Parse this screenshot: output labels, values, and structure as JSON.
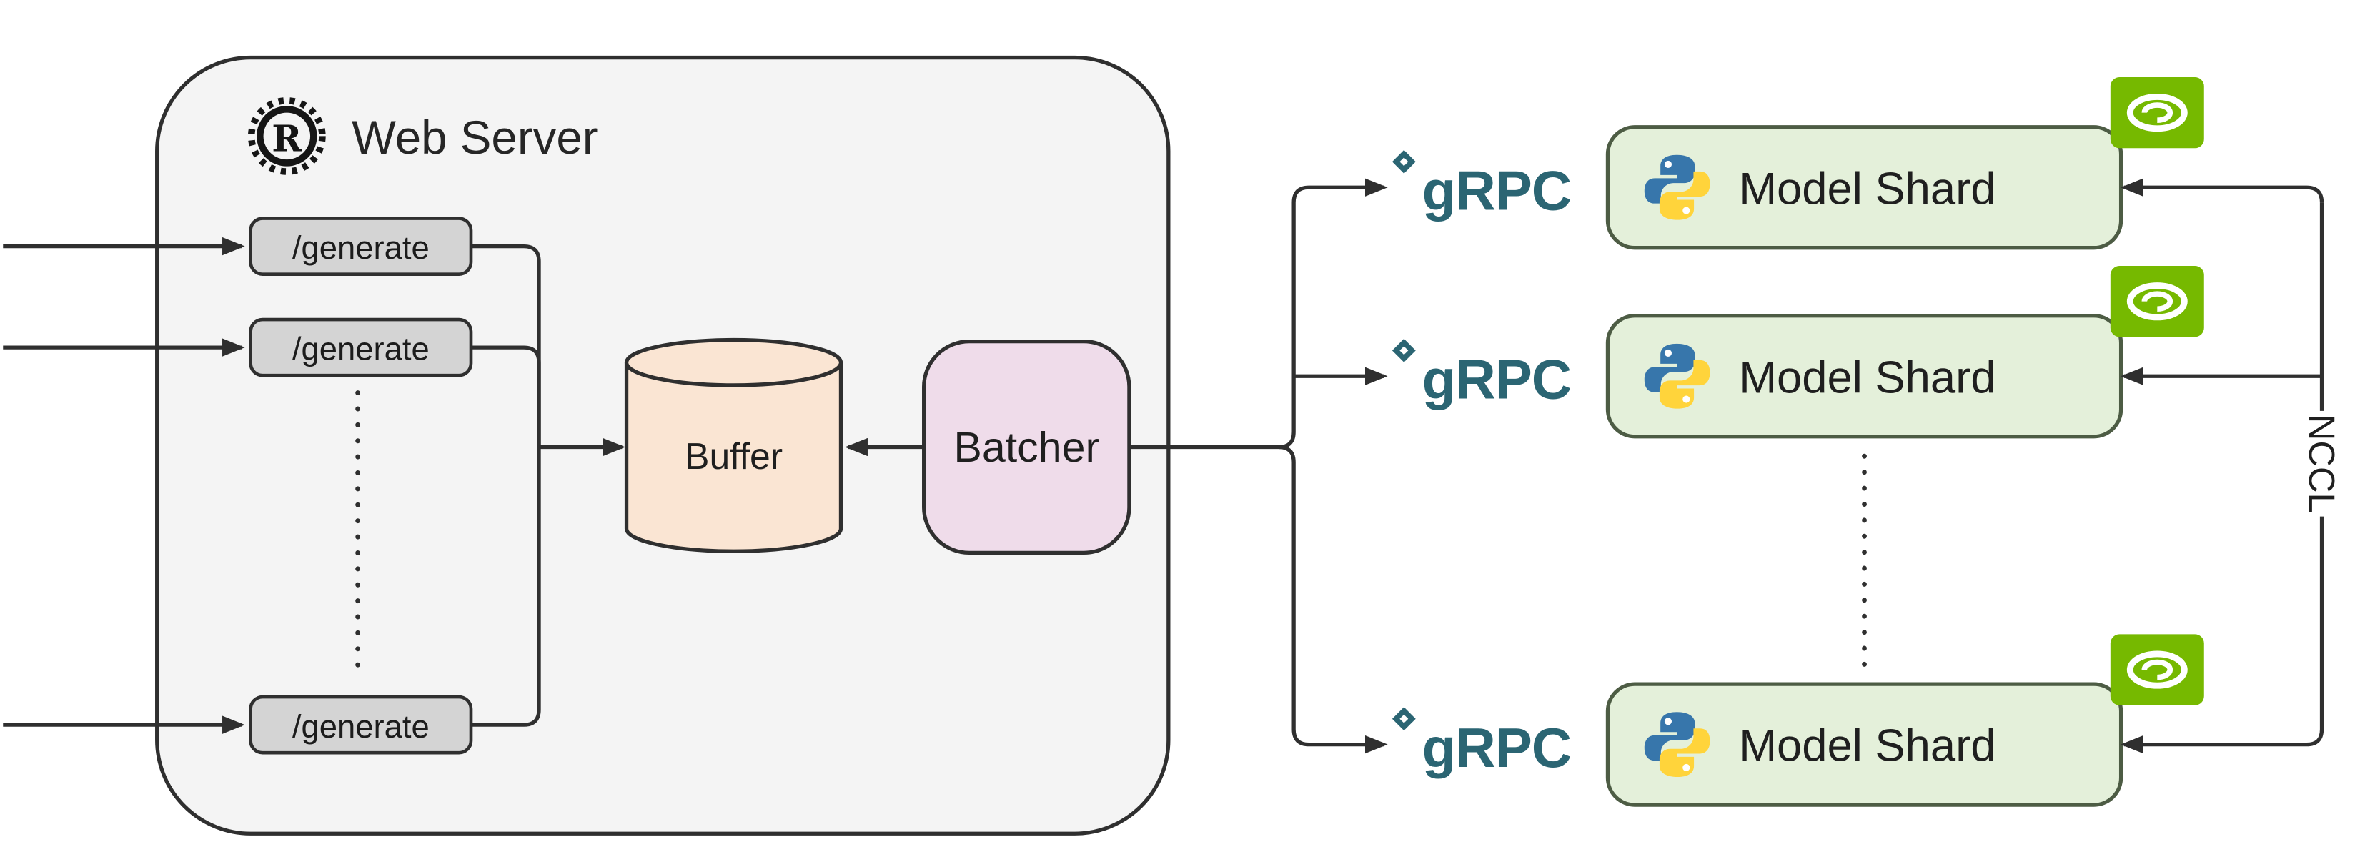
{
  "diagram": {
    "web_server": {
      "title": "Web Server",
      "endpoints": [
        "/generate",
        "/generate",
        "/generate"
      ],
      "buffer": "Buffer",
      "batcher": "Batcher"
    },
    "rpc": {
      "labels": [
        "gRPC",
        "gRPC",
        "gRPC"
      ]
    },
    "shards": [
      {
        "label": "Model Shard"
      },
      {
        "label": "Model Shard"
      },
      {
        "label": "Model Shard"
      }
    ],
    "interconnect": {
      "label": "NCCL"
    },
    "icons": {
      "rust": "rust-logo",
      "python": "python-logo",
      "nvidia": "nvidia-logo",
      "grpc": "grpc-logo",
      "rust_letter": "R"
    },
    "colors": {
      "outline": "#2f2f2f",
      "web_server_fill": "#f4f4f4",
      "endpoint_fill": "#d4d4d4",
      "buffer_fill": "#fae5d3",
      "batcher_fill": "#efdcea",
      "shard_fill": "#e4f0da",
      "shard_stroke": "#4d5c44",
      "grpc_teal": "#2b6573",
      "nvidia_green": "#76b900",
      "python_blue": "#3776ab",
      "python_yellow": "#ffd43b"
    }
  }
}
